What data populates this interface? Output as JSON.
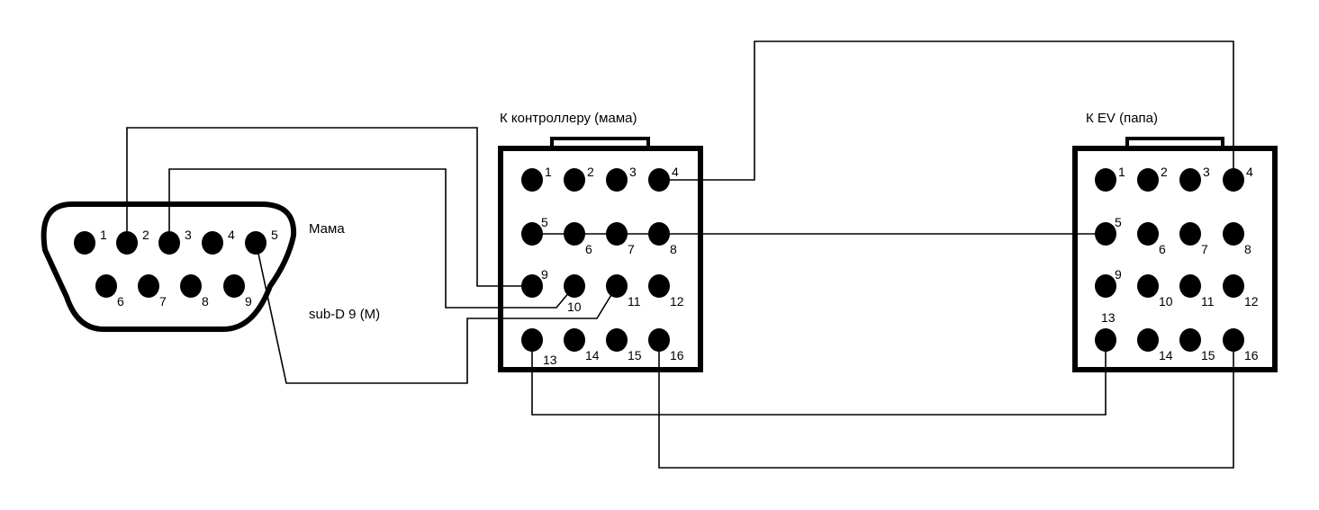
{
  "diagram": {
    "type": "wiring-pinout",
    "colors": {
      "ink": "#000000",
      "background": "#ffffff"
    },
    "connectors": [
      {
        "id": "subd9",
        "title": "Мама",
        "subtitle": "sub-D 9 (M)",
        "pins": [
          "1",
          "2",
          "3",
          "4",
          "5",
          "6",
          "7",
          "8",
          "9"
        ]
      },
      {
        "id": "controller",
        "title": "К контроллеру (мама)",
        "pins": [
          "1",
          "2",
          "3",
          "4",
          "5",
          "6",
          "7",
          "8",
          "9",
          "10",
          "11",
          "12",
          "13",
          "14",
          "15",
          "16"
        ]
      },
      {
        "id": "ev",
        "title": "К EV (папа)",
        "pins": [
          "1",
          "2",
          "3",
          "4",
          "5",
          "6",
          "7",
          "8",
          "9",
          "10",
          "11",
          "12",
          "13",
          "14",
          "15",
          "16"
        ]
      }
    ],
    "connections": [
      {
        "from": "subd9:2",
        "to": "controller:9"
      },
      {
        "from": "subd9:3",
        "to": "controller:10"
      },
      {
        "from": "subd9:5",
        "to": "controller:11"
      },
      {
        "from": "controller:4",
        "to": "ev:4"
      },
      {
        "from": "controller:5",
        "to": "controller:6"
      },
      {
        "from": "controller:6",
        "to": "controller:7"
      },
      {
        "from": "controller:7",
        "to": "controller:8"
      },
      {
        "from": "controller:8",
        "to": "ev:5"
      },
      {
        "from": "controller:13",
        "to": "ev:13"
      },
      {
        "from": "controller:16",
        "to": "ev:16"
      }
    ]
  }
}
